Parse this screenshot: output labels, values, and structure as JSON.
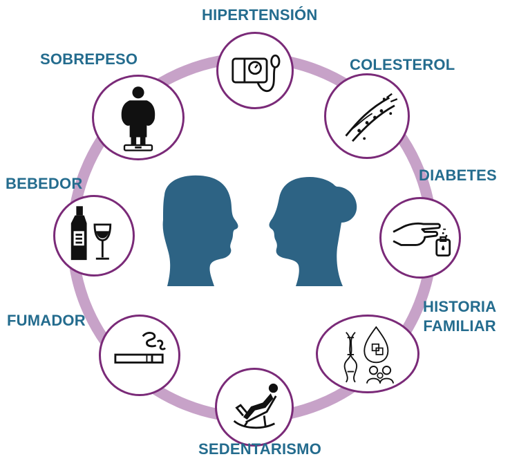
{
  "colors": {
    "ring": "#c7a2c8",
    "node_border": "#7a2a78",
    "label": "#246c8e",
    "heads": "#2d6384",
    "icon": "#111111"
  },
  "factors": [
    {
      "label": "HIPERTENSIÓN",
      "icon": "blood-pressure-monitor-icon"
    },
    {
      "label": "COLESTEROL",
      "icon": "clogged-artery-icon"
    },
    {
      "label": "DIABETES",
      "icon": "glucose-finger-prick-icon"
    },
    {
      "label_line1": "HISTORIA",
      "label_line2": "FAMILIAR",
      "icon": "dna-family-icon"
    },
    {
      "label": "SEDENTARISMO",
      "icon": "rocking-chair-person-icon"
    },
    {
      "label": "FUMADOR",
      "icon": "cigarette-icon"
    },
    {
      "label": "BEBEDOR",
      "icon": "bottle-and-wine-glass-icon"
    },
    {
      "label": "SOBREPESO",
      "icon": "overweight-person-on-scale-icon"
    }
  ],
  "center": {
    "icon": "male-and-female-head-profiles-icon"
  }
}
